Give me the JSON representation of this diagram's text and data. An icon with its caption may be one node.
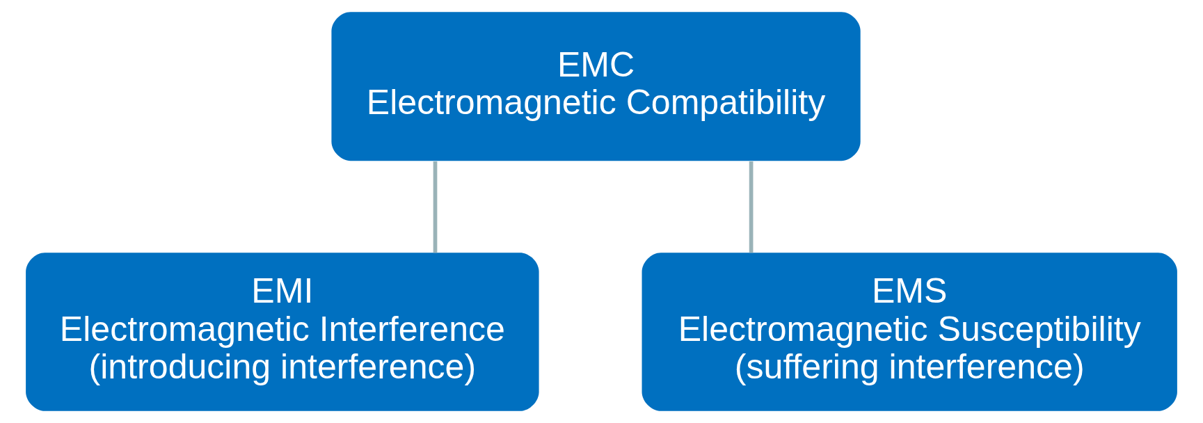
{
  "diagram": {
    "nodes": [
      {
        "text": [
          "EMC",
          "Electromagnetic Compatibility"
        ]
      },
      {
        "text": [
          "EMI",
          "Electromagnetic Interference",
          "(introducing interference)"
        ]
      },
      {
        "text": [
          "EMS",
          "Electromagnetic Susceptibility",
          "(suffering interference)"
        ]
      }
    ],
    "edges": [
      {
        "from": 0,
        "to": 1,
        "arrow": "none"
      },
      {
        "from": 0,
        "to": 2,
        "arrow": "none"
      }
    ]
  }
}
